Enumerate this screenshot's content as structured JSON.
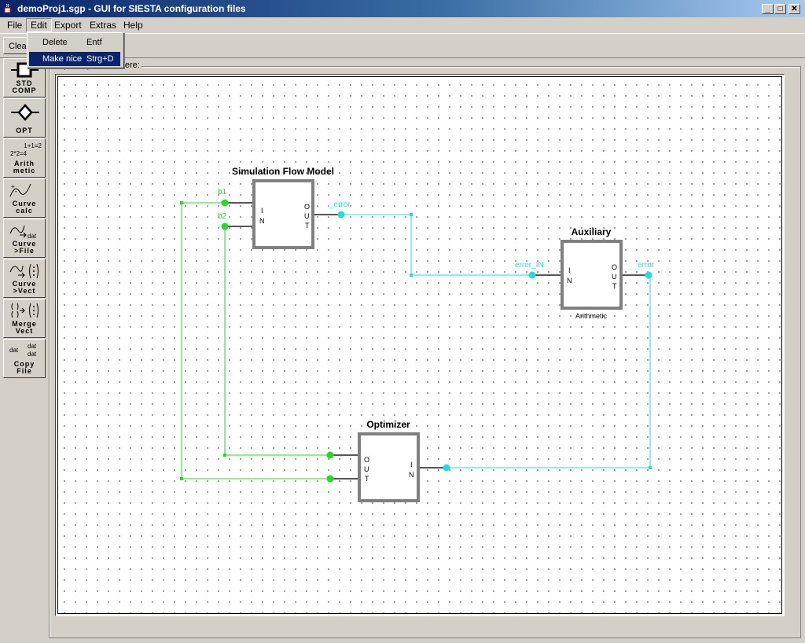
{
  "window": {
    "title": "demoProj1.sgp - GUI for SIESTA configuration files"
  },
  "menubar": {
    "items": [
      "File",
      "Edit",
      "Export",
      "Extras",
      "Help"
    ]
  },
  "edit_menu": {
    "items": [
      {
        "label": "Delete",
        "accel": "Entf"
      },
      {
        "label": "Make nice",
        "accel": "Strg+D"
      }
    ]
  },
  "toolbar": {
    "clear_label": "Clear"
  },
  "canvas_group": {
    "title": "...y components here:"
  },
  "palette": [
    {
      "label": "STD\nCOMP",
      "icon": "std-comp-icon"
    },
    {
      "label": "OPT",
      "icon": "opt-diamond-icon"
    },
    {
      "label": "Arith\nmetic",
      "icon_text_top": "1+1=2",
      "icon_text_bottom": "2*2=4",
      "icon": "arithmetic-icon"
    },
    {
      "label": "Curve\ncalc",
      "icon": "curve-calc-icon"
    },
    {
      "label": "Curve\n>File",
      "icon_text": "dat",
      "icon": "curve-file-icon"
    },
    {
      "label": "Curve\n>Vect",
      "icon": "curve-vect-icon"
    },
    {
      "label": "Merge\nVect",
      "icon": "merge-vect-icon"
    },
    {
      "label": "Copy\nFile",
      "icon_text": "dat",
      "icon": "copy-file-icon"
    }
  ],
  "diagram": {
    "blocks": {
      "simulation": {
        "title": "Simulation Flow Model",
        "in_label": "I\nN",
        "out_label": "O\nU\nT"
      },
      "auxiliary": {
        "title": "Auxiliary",
        "in_label": "I\nN",
        "out_label": "O\nU\nT",
        "subtitle": "Arithmetic"
      },
      "optimizer": {
        "title": "Optimizer",
        "out_label": "O\nU\nT",
        "in_label": "I\nN"
      }
    },
    "port_labels": {
      "b1": "b1",
      "b2": "b2",
      "sim_out": "_error",
      "aux_in": "error_IN",
      "aux_out": "error"
    },
    "colors": {
      "green_wire": "#22dd22",
      "cyan_wire": "#22dddd",
      "block_border": "#808080",
      "window_title_bg": "#0a246a",
      "menu_highlight": "#0a246a"
    }
  }
}
